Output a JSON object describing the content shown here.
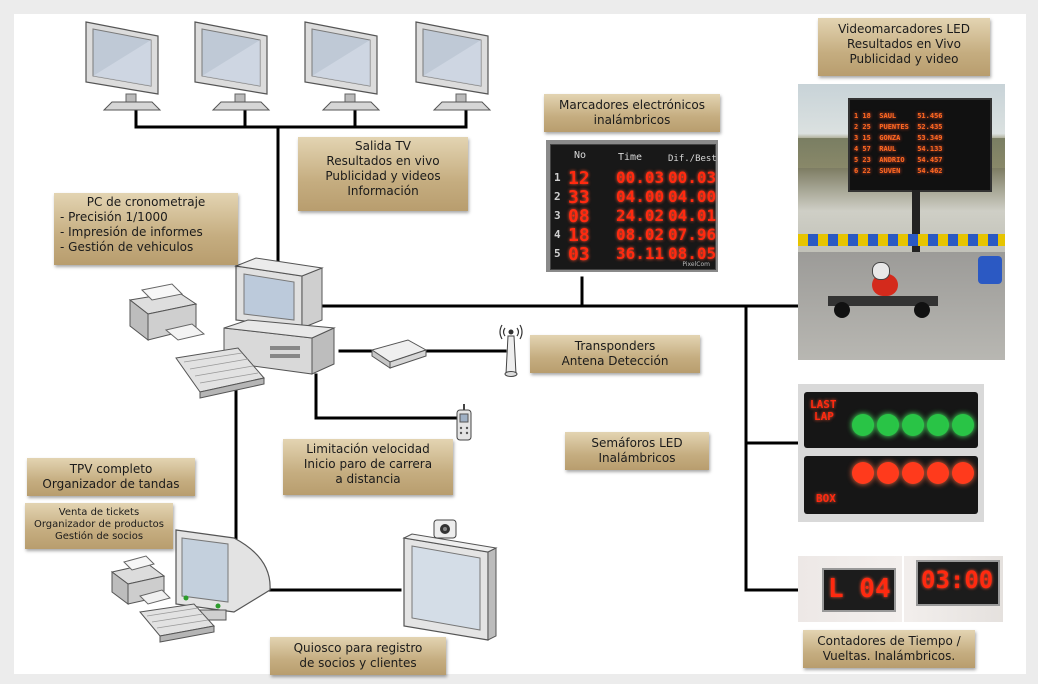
{
  "labels": {
    "salida_tv": [
      "Salida TV",
      "Resultados en vivo",
      "Publicidad y videos",
      "Información"
    ],
    "pc": [
      "PC de cronometraje",
      "- Precisión 1/1000",
      "- Impresión de informes",
      "- Gestión de vehiculos"
    ],
    "marcadores": [
      "Marcadores electrónicos",
      "inalámbricos"
    ],
    "videomarcadores": [
      "Videomarcadores LED",
      "Resultados en Vivo",
      "Publicidad y video"
    ],
    "transponders": [
      "Transponders",
      "Antena Detección"
    ],
    "limitacion": [
      "Limitación velocidad",
      "Inicio paro de carrera",
      "a distancia"
    ],
    "semaforos": [
      "Semáforos LED",
      "Inalámbricos"
    ],
    "tpv": [
      "TPV completo",
      "Organizador de tandas"
    ],
    "venta": [
      "Venta de tickets",
      "Organizador de productos",
      "Gestión de socios"
    ],
    "quiosco": [
      "Quiosco para registro",
      "de socios y clientes"
    ],
    "contadores": [
      "Contadores de Tiempo /",
      "Vueltas. Inalámbricos."
    ]
  },
  "scoreboard": {
    "headers": [
      "No",
      "Time",
      "Dif./Best"
    ],
    "rows": [
      {
        "pos": "1",
        "no": "12",
        "time": "00.03",
        "dif": "00.03"
      },
      {
        "pos": "2",
        "no": "33",
        "time": "04.00",
        "dif": "04.00"
      },
      {
        "pos": "3",
        "no": "08",
        "time": "24.02",
        "dif": "04.01"
      },
      {
        "pos": "4",
        "no": "18",
        "time": "08.02",
        "dif": "07.96"
      },
      {
        "pos": "5",
        "no": "03",
        "time": "36.11",
        "dif": "08.05"
      }
    ],
    "brand": "PixelCom"
  },
  "video_board": {
    "rows": [
      {
        "pos": "1",
        "n": "18",
        "name": "SAUL",
        "time": "51.456"
      },
      {
        "pos": "2",
        "n": "25",
        "name": "PUENTES",
        "time": "52.435"
      },
      {
        "pos": "3",
        "n": "15",
        "name": "GONZA",
        "time": "53.349"
      },
      {
        "pos": "4",
        "n": "57",
        "name": "RAUL",
        "time": "54.133"
      },
      {
        "pos": "5",
        "n": "23",
        "name": "ANDRIO",
        "time": "54.457"
      },
      {
        "pos": "6",
        "n": "22",
        "name": "SUVEN",
        "time": "54.462"
      }
    ]
  },
  "semaphore": {
    "top_text": [
      "LAST",
      "LAP"
    ],
    "box_text": "BOX"
  },
  "counters": {
    "left": "L 04",
    "right": "03:00"
  }
}
